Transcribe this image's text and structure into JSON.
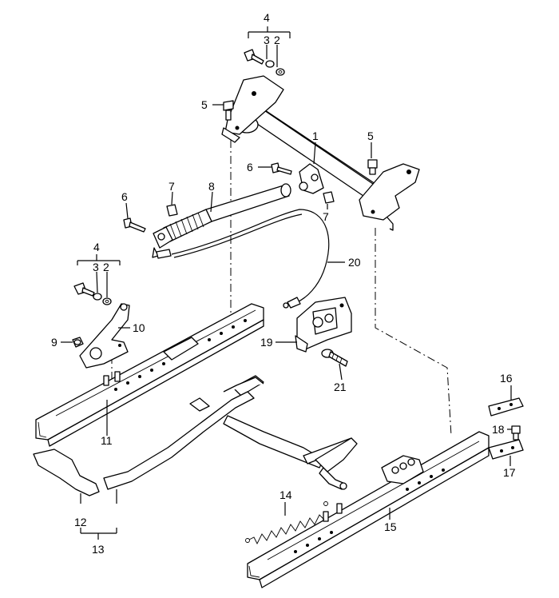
{
  "diagram": {
    "callouts": {
      "c1": "1",
      "c2a": "2",
      "c3a": "3",
      "c4a": "4",
      "c5a": "5",
      "c5b": "5",
      "c6a": "6",
      "c6b": "6",
      "c7a": "7",
      "c7b": "7",
      "c8": "8",
      "c2b": "2",
      "c3b": "3",
      "c4b": "4",
      "c9": "9",
      "c10": "10",
      "c11": "11",
      "c12": "12",
      "c13": "13",
      "c14": "14",
      "c15": "15",
      "c16": "16",
      "c17": "17",
      "c18": "18",
      "c19": "19",
      "c20": "20",
      "c21": "21"
    }
  }
}
